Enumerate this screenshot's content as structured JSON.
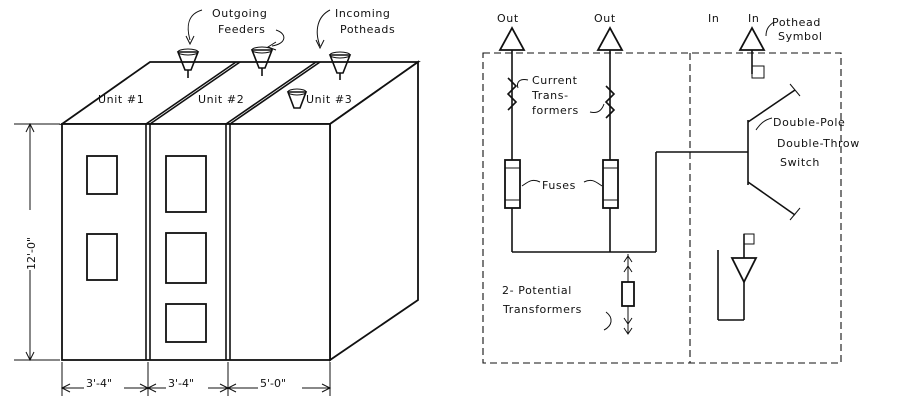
{
  "switchgear": {
    "units": [
      "Unit #1",
      "Unit #2",
      "Unit #3"
    ],
    "callouts": {
      "outgoing_feeders": [
        "Outgoing",
        "Feeders"
      ],
      "incoming_potheads": [
        "Incoming",
        "Potheads"
      ]
    },
    "dimensions": {
      "height": "12'-0\"",
      "unit1_width": "3'-4\"",
      "unit2_width": "3'-4\"",
      "unit3_width": "5'-0\""
    }
  },
  "wiring": {
    "out_labels": [
      "Out",
      "Out"
    ],
    "in_labels": [
      "In",
      "In"
    ],
    "current_transformers": [
      "Current",
      "Trans-",
      "formers"
    ],
    "fuses": "Fuses",
    "potential_transformers": [
      "2- Potential",
      "Transformers"
    ],
    "pothead_symbol": [
      "Pothead",
      "Symbol"
    ],
    "switch": [
      "Double-Pole",
      "Double-Throw",
      "Switch"
    ]
  }
}
